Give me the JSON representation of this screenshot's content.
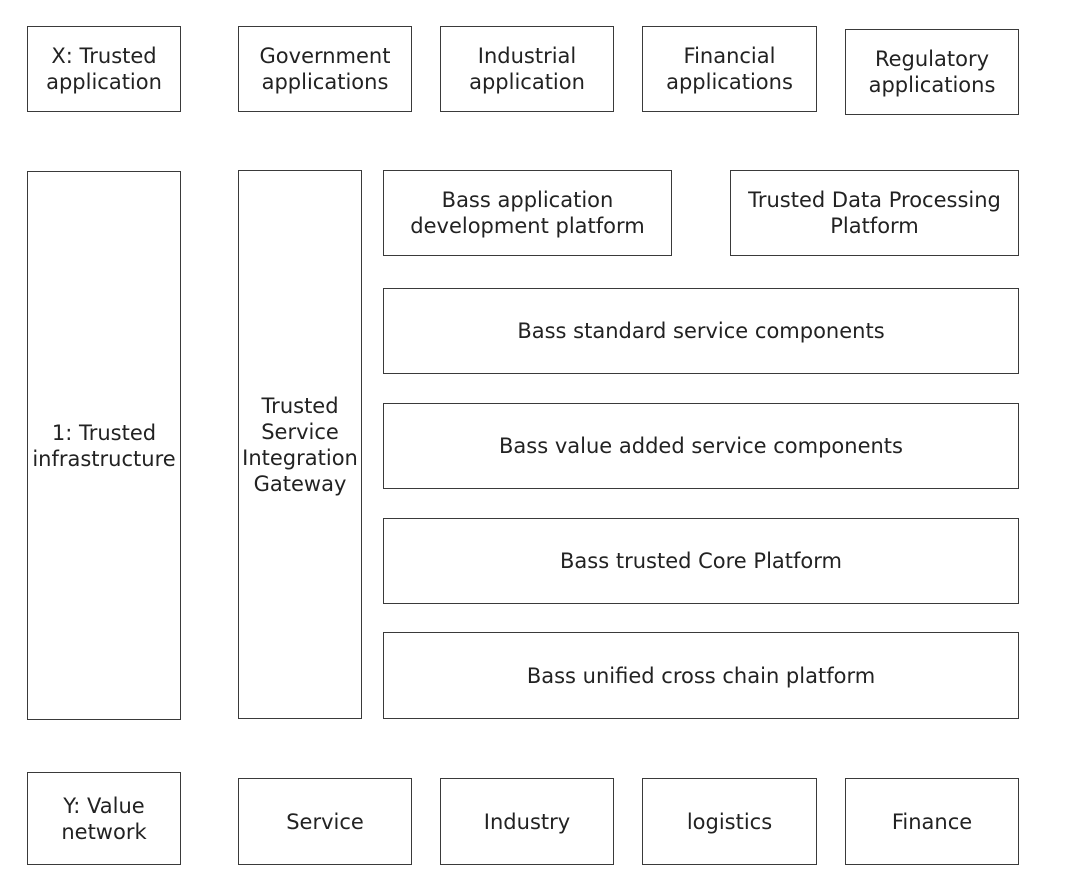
{
  "top_row": {
    "x_label": "X:  Trusted\napplication",
    "items": [
      "Government\napplications",
      "Industrial\napplication",
      "Financial\napplications",
      "Regulatory\napplications"
    ]
  },
  "middle": {
    "infrastructure_label": "1:  Trusted\ninfrastructure",
    "gateway_label": "Trusted\nService\nIntegration\nGateway",
    "platforms": {
      "app_dev": "Bass application\ndevelopment platform",
      "data_processing": "Trusted Data Processing\nPlatform"
    },
    "components": [
      "Bass standard service components",
      "Bass value added service components",
      "Bass trusted Core Platform",
      "Bass unified cross chain platform"
    ]
  },
  "bottom_row": {
    "y_label": "Y:   Value\nnetwork",
    "items": [
      "Service",
      "Industry",
      "logistics",
      "Finance"
    ]
  }
}
